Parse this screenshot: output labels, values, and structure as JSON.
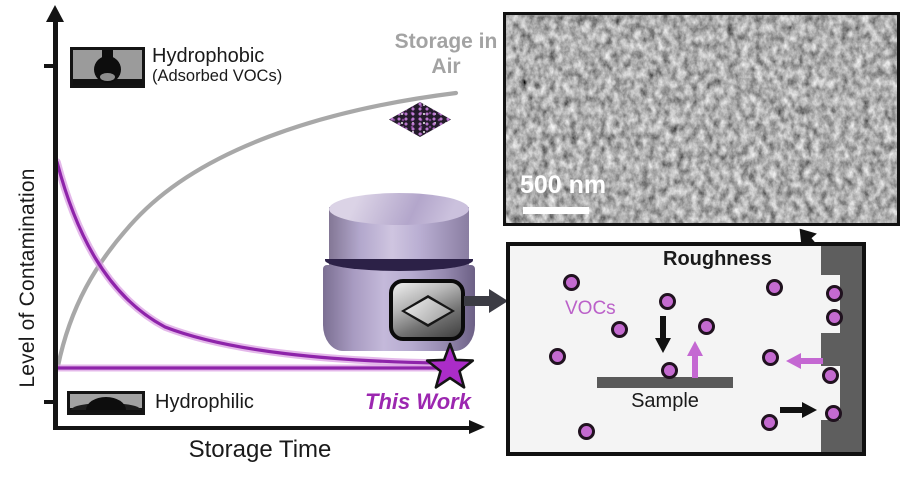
{
  "figure": {
    "chart": {
      "y_axis_label": "Level of Contamination",
      "x_axis_label": "Storage Time",
      "hydrophobic_label": "Hydrophobic",
      "hydrophobic_sublabel": "(Adsorbed VOCs)",
      "hydrophilic_label": "Hydrophilic",
      "storage_in_air_label": "Storage in Air",
      "this_work_label": "This Work"
    },
    "sem_image": {
      "scale_bar_label": "500 nm"
    },
    "chamber_schematic": {
      "roughness_label": "Roughness",
      "vocs_label": "VOCs",
      "sample_label": "Sample"
    }
  },
  "colors": {
    "accent_purple": "#9c27b0",
    "curve_purple_core": "#8e24aa",
    "curve_purple_halo": "#dba0e3",
    "curve_gray": "#a8a8a8",
    "storage_in_air_text": "#a3a3a3",
    "voc_fill": "#c46ad0",
    "voc_outline": "#20121f",
    "star_fill": "#ab2cc8",
    "wall_gray": "#5e5e5e",
    "jar_lavender": "#b6abd0",
    "axis_black": "#141414"
  },
  "chart_data": {
    "type": "line",
    "title": "",
    "xlabel": "Storage Time",
    "ylabel": "Level of Contamination",
    "x_range_norm": [
      0,
      1
    ],
    "y_range_norm": [
      0,
      1
    ],
    "grid": false,
    "legend_position": "inline labels",
    "series": [
      {
        "name": "Storage in Air (Hydrophobic, Adsorbed VOCs)",
        "color": "#a8a8a8",
        "trend": "saturating rise",
        "x": [
          0,
          0.15,
          0.3,
          0.6,
          1.0
        ],
        "y": [
          0.08,
          0.5,
          0.66,
          0.79,
          0.86
        ]
      },
      {
        "name": "This Work (Hydrophilic)",
        "color": "#8e24aa",
        "trend": "exponential decay to low plateau",
        "x": [
          0,
          0.15,
          0.3,
          0.6,
          1.0
        ],
        "y": [
          0.68,
          0.35,
          0.2,
          0.1,
          0.09
        ]
      },
      {
        "name": "Hydrophilic baseline (This Work plateau)",
        "color": "#8e24aa",
        "trend": "flat",
        "x": [
          0,
          1.0
        ],
        "y": [
          0.08,
          0.08
        ]
      }
    ],
    "annotations": [
      "Hydrophobic (Adsorbed VOCs)",
      "Hydrophilic",
      "Storage in Air",
      "This Work (star marker)"
    ]
  }
}
